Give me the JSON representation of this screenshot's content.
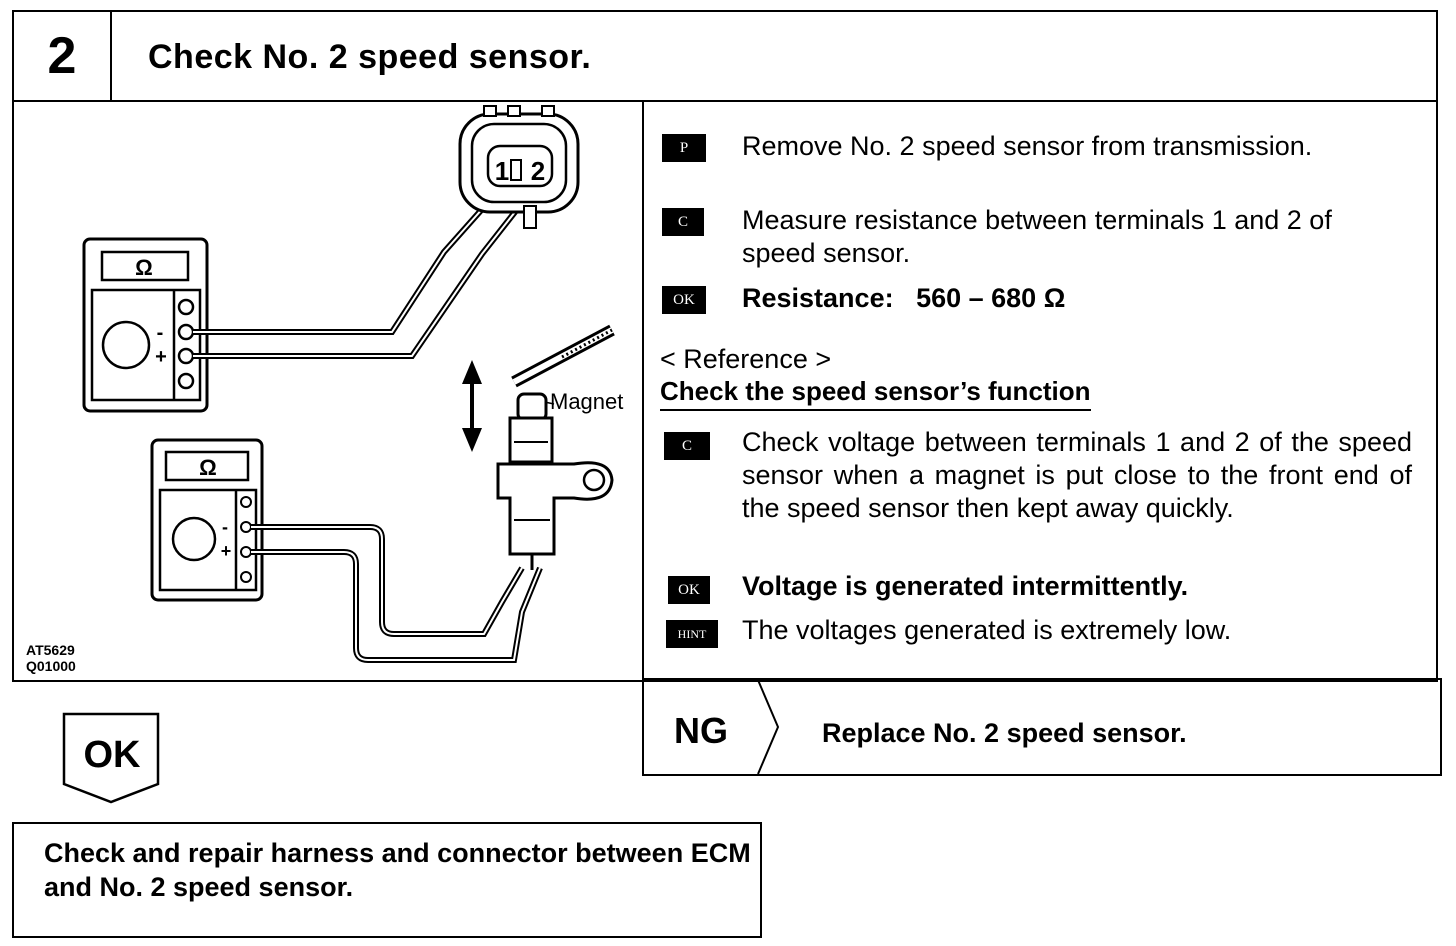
{
  "header": {
    "step_number": "2",
    "title": "Check No. 2 speed sensor."
  },
  "diagram": {
    "magnet_label": "Magnet",
    "ohm_symbol": "Ω",
    "pin_1": "1",
    "pin_2": "2",
    "minus": "-",
    "plus": "+",
    "figure_code_1": "AT5629",
    "figure_code_2": "Q01000"
  },
  "instructions": {
    "step_p": {
      "tag": "P",
      "text": "Remove No. 2 speed sensor from transmission."
    },
    "step_c1": {
      "tag": "C",
      "text": "Measure resistance between terminals 1 and 2 of speed sensor."
    },
    "ok1": {
      "tag": "OK",
      "text": "Resistance:   560 – 680 Ω"
    },
    "reference_label": "< Reference >",
    "reference_title": "Check the speed sensor’s function",
    "step_c2": {
      "tag": "C",
      "text": "Check voltage between terminals 1 and 2 of the speed sensor when a magnet is put close to the front end of the speed sensor then kept away quickly."
    },
    "ok2": {
      "tag": "OK",
      "text": "Voltage is generated intermittently."
    },
    "hint": {
      "tag": "HINT",
      "text": "The voltages generated is extremely low."
    }
  },
  "ng": {
    "label": "NG",
    "text": "Replace No. 2 speed sensor."
  },
  "ok_marker": {
    "label": "OK"
  },
  "final_step": {
    "text": "Check and repair harness and connector between ECM and No. 2 speed sensor."
  }
}
